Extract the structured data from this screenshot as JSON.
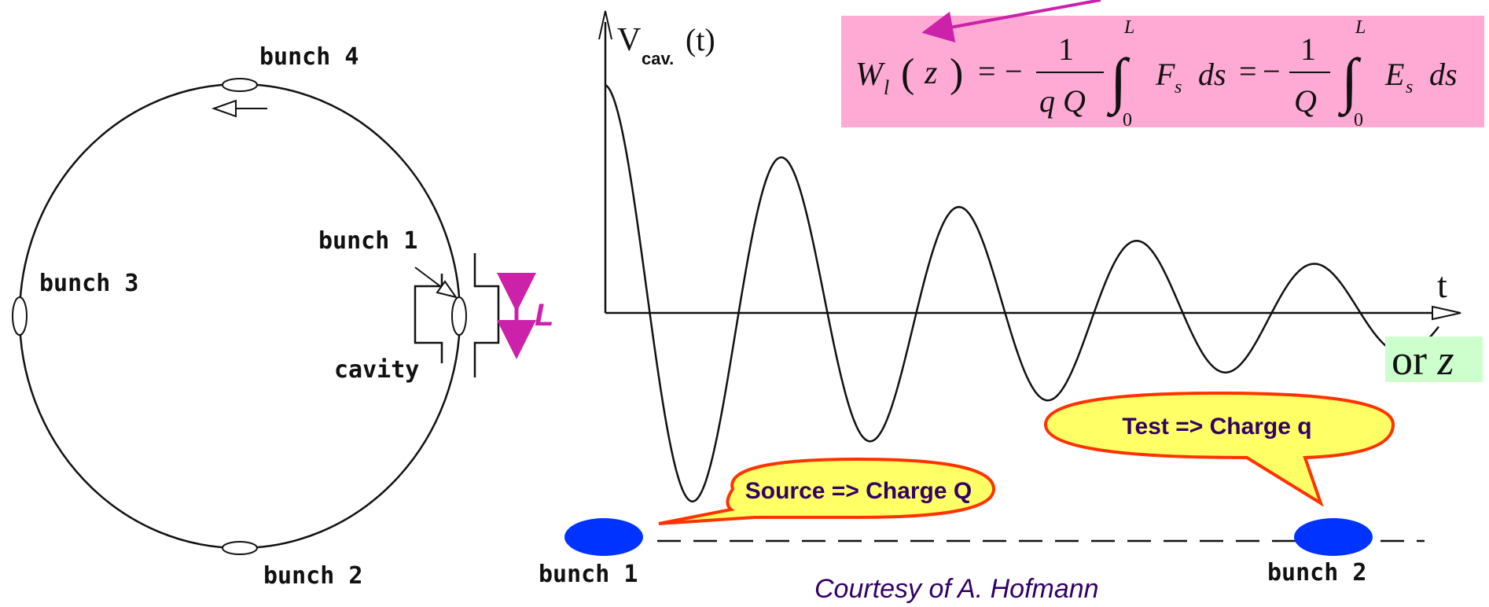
{
  "ring": {
    "bunch4": "bunch 4",
    "bunch3": "bunch 3",
    "bunch2": "bunch 2",
    "bunch1": "bunch 1",
    "cavity": "cavity",
    "length_label": "L"
  },
  "plot": {
    "y_axis_main": "V",
    "y_axis_sub": "cav.",
    "y_axis_arg": "(t)",
    "x_axis": "t",
    "x_axis_alt_prefix": "or ",
    "x_axis_alt_var": "z"
  },
  "formula": {
    "lhs_W": "W",
    "lhs_sub": "l",
    "lhs_arg": "z",
    "eq1": "=",
    "minus1": "−",
    "frac1_num": "1",
    "frac1_den": "q Q",
    "int_upper1": "L",
    "int_lower1": "0",
    "integrand1_F": "F",
    "integrand1_sub": "s",
    "integrand1_ds": "ds",
    "eq2": "=",
    "minus2": "−",
    "frac2_num": "1",
    "frac2_den": "Q",
    "int_upper2": "L",
    "int_lower2": "0",
    "integrand2_E": "E",
    "integrand2_sub": "s",
    "integrand2_ds": "ds"
  },
  "callouts": {
    "source": "Source => Charge Q",
    "test": "Test => Charge q"
  },
  "beamline": {
    "bunch1": "bunch 1",
    "bunch2": "bunch 2"
  },
  "credit": "Courtesy of A. Hofmann",
  "colors": {
    "formula_bg": "#ffaad4",
    "callout_fill": "#ffff66",
    "callout_stroke": "#ff3300",
    "bunch_blue": "#0033ff",
    "accent_magenta": "#cc22aa",
    "credit_purple": "#330066",
    "z_box_bg": "#ccffcc"
  }
}
